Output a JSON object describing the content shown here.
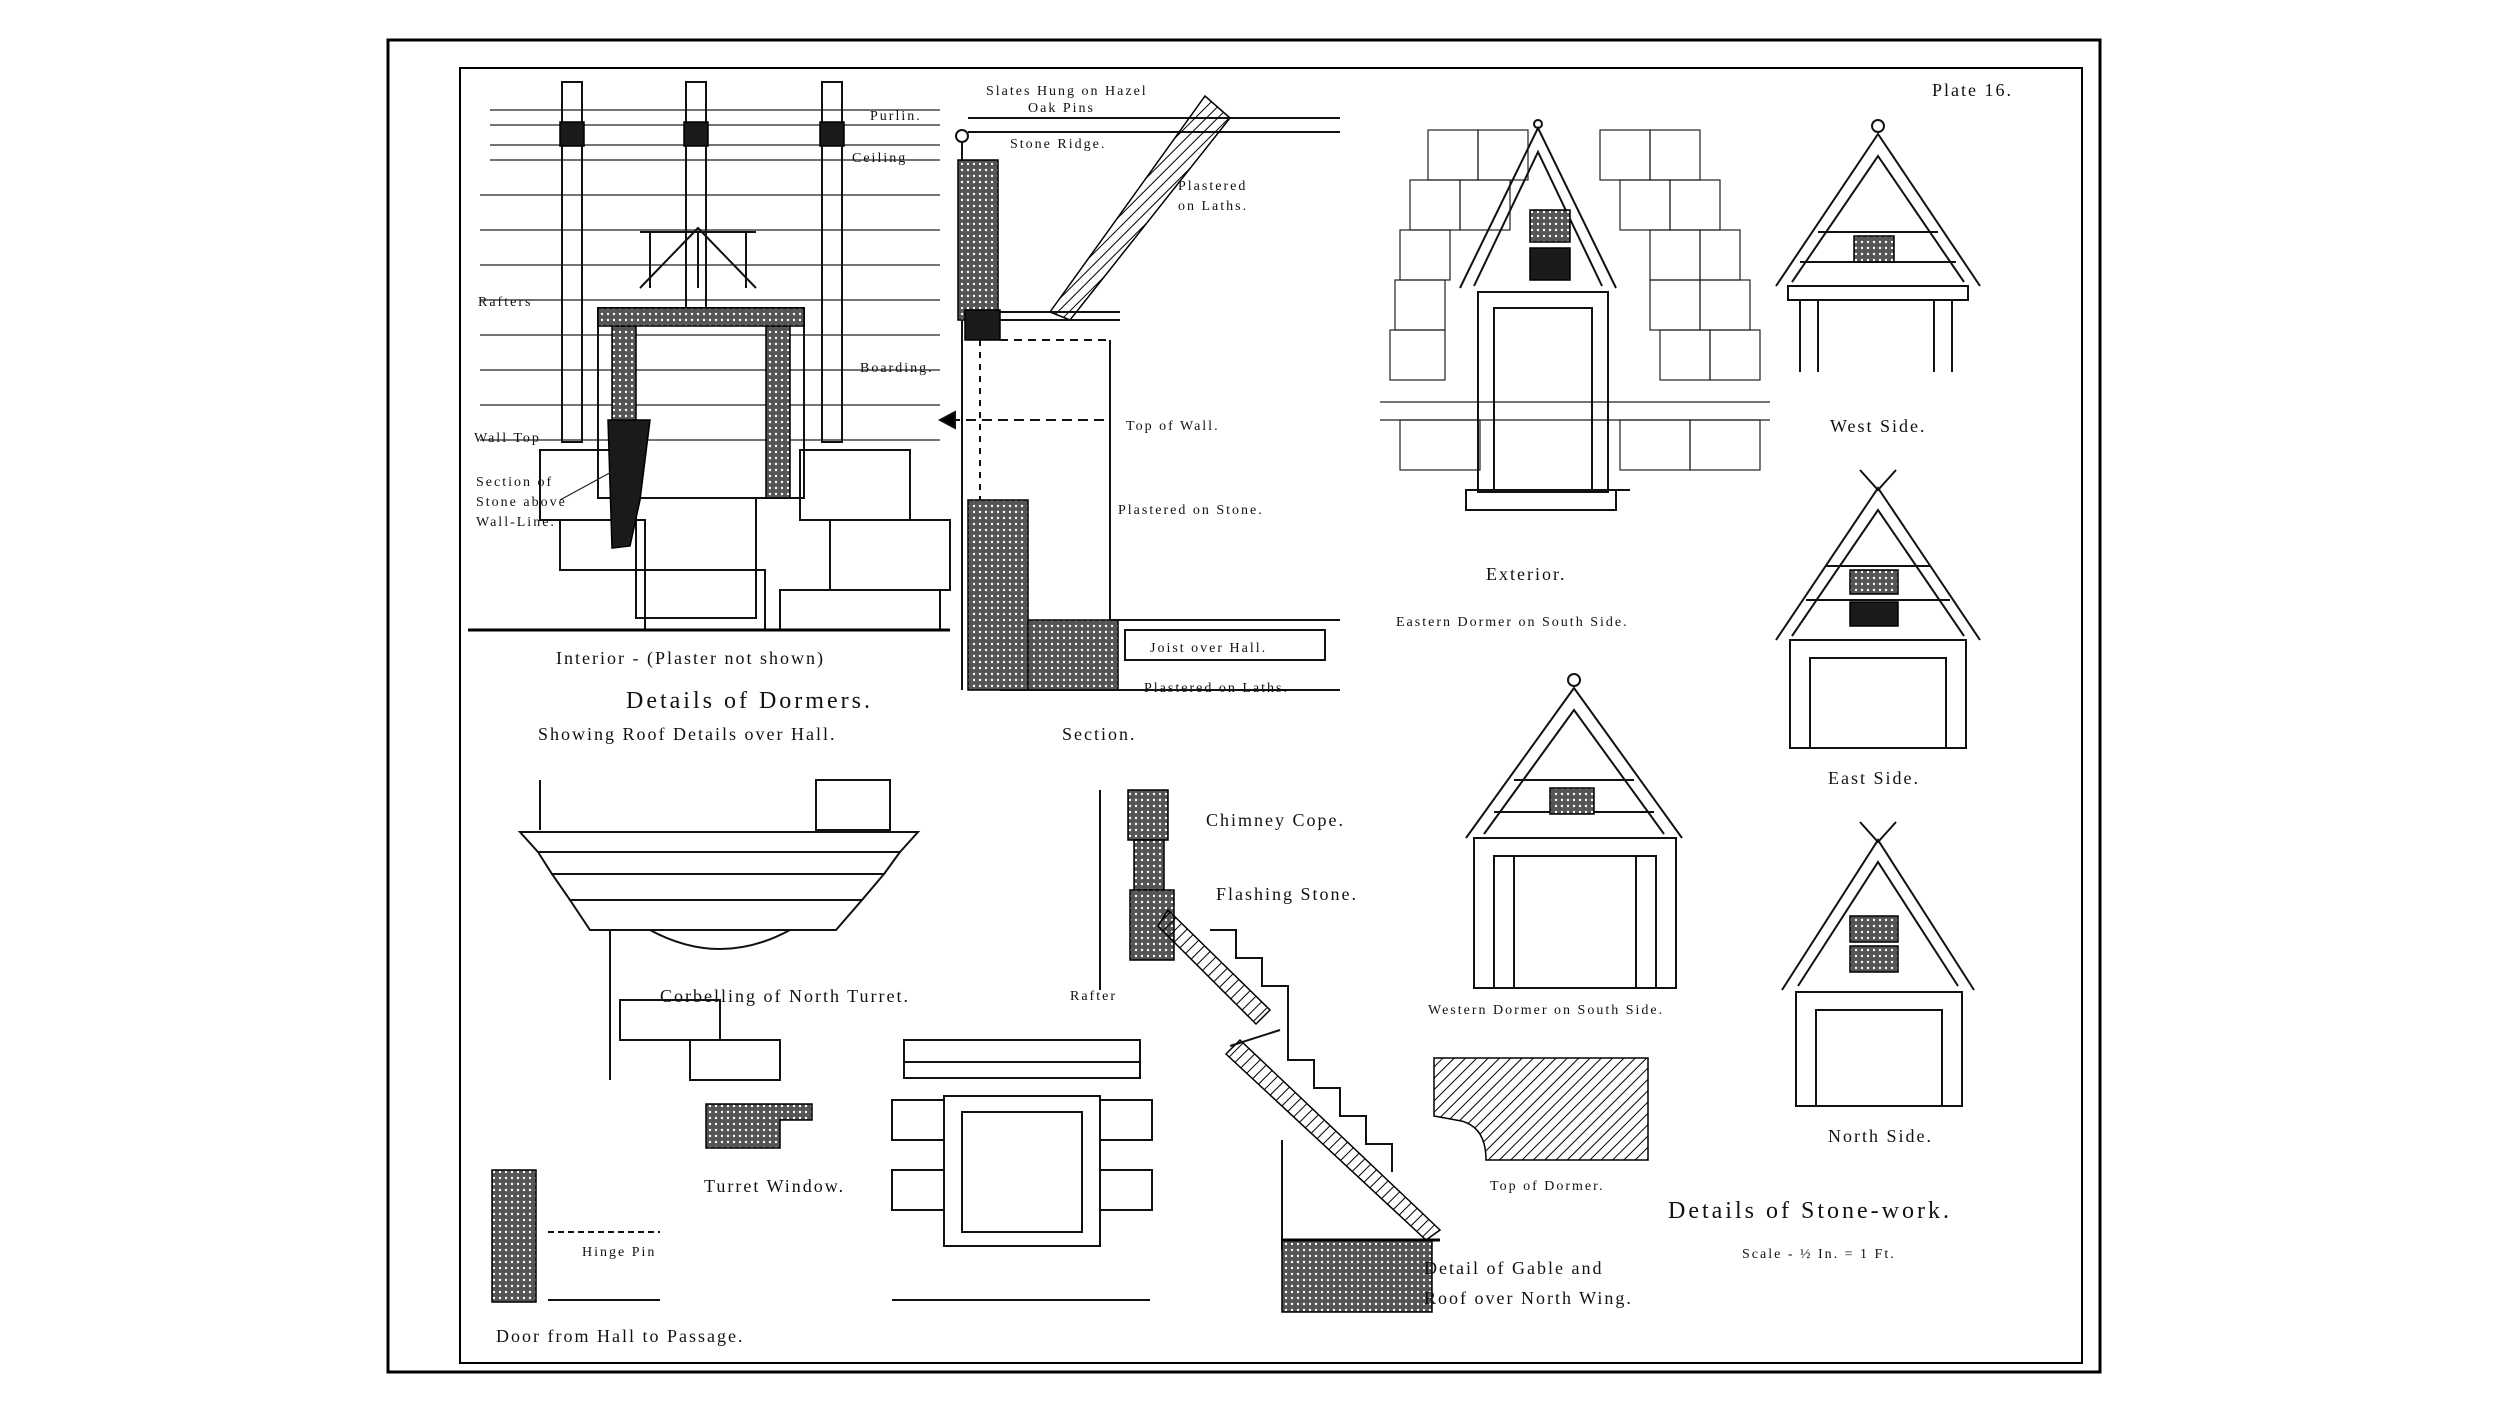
{
  "plate_number": "Plate 16.",
  "labels": {
    "slates_hung": "Slates Hung on Hazel",
    "oak_pins": "Oak Pins",
    "purlin": "Purlin.",
    "ceiling": "Ceiling",
    "stone_ridge": "Stone Ridge.",
    "plastered_laths": "Plastered",
    "plastered_laths_2": "on Laths.",
    "rafters": "Rafters",
    "boarding": "Boarding.",
    "top_of_wall": "Top of Wall.",
    "wall_top": "Wall Top",
    "section_stone_1": "Section of",
    "section_stone_2": "Stone above",
    "section_stone_3": "Wall-Line.",
    "plastered_on_stone": "Plastered on Stone.",
    "joist_over_hall": "Joist over Hall.",
    "plastered_on_laths": "Plastered on Laths.",
    "interior": "Interior - (Plaster not shown)",
    "details_of_dormers": "Details of Dormers.",
    "showing_roof": "Showing Roof Details over Hall.",
    "section": "Section.",
    "exterior": "Exterior.",
    "eastern_dormer": "Eastern Dormer on South Side.",
    "west_side": "West Side.",
    "east_side": "East Side.",
    "north_side": "North Side.",
    "western_dormer": "Western Dormer on South Side.",
    "chimney_cope": "Chimney Cope.",
    "flashing_stone": "Flashing Stone.",
    "rafter": "Rafter",
    "corbelling": "Corbelling of North Turret.",
    "turret_window": "Turret Window.",
    "top_of_dormer": "Top of Dormer.",
    "detail_gable_1": "Detail of Gable and",
    "detail_gable_2": "Roof over North Wing.",
    "details_stonework": "Details of Stone-work.",
    "scale": "Scale - ½ In. = 1 Ft.",
    "door_from_hall": "Door from Hall to Passage.",
    "hinge_pin": "Hinge Pin"
  }
}
